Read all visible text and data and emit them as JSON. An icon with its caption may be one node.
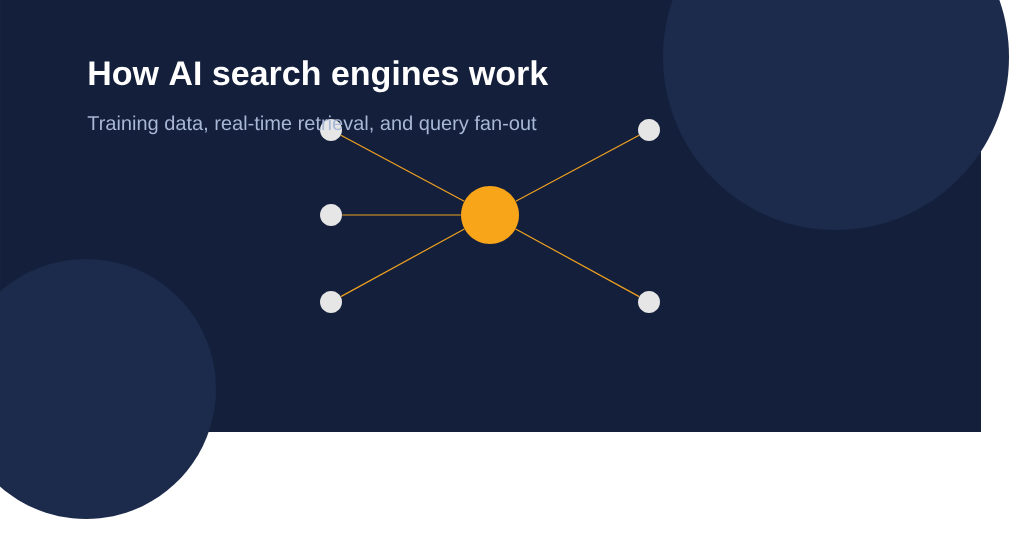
{
  "diagram": {
    "title": "How AI search engines work",
    "caption": "Training data, real-time retrieval, and query fan-out",
    "nodes": [
      {
        "text": [],
        "shape": "circle"
      },
      {
        "text": [],
        "shape": "circle"
      },
      {
        "text": [],
        "shape": "circle"
      },
      {
        "text": [],
        "shape": "circle"
      },
      {
        "text": [],
        "shape": "circle"
      },
      {
        "text": [],
        "shape": "circle"
      }
    ],
    "edges": [
      {
        "from": 3,
        "to": 0,
        "arrow": "none"
      },
      {
        "from": 3,
        "to": 1,
        "arrow": "none"
      },
      {
        "from": 3,
        "to": 2,
        "arrow": "none"
      },
      {
        "from": 3,
        "to": 4,
        "arrow": "none"
      },
      {
        "from": 3,
        "to": 5,
        "arrow": "none"
      }
    ]
  }
}
